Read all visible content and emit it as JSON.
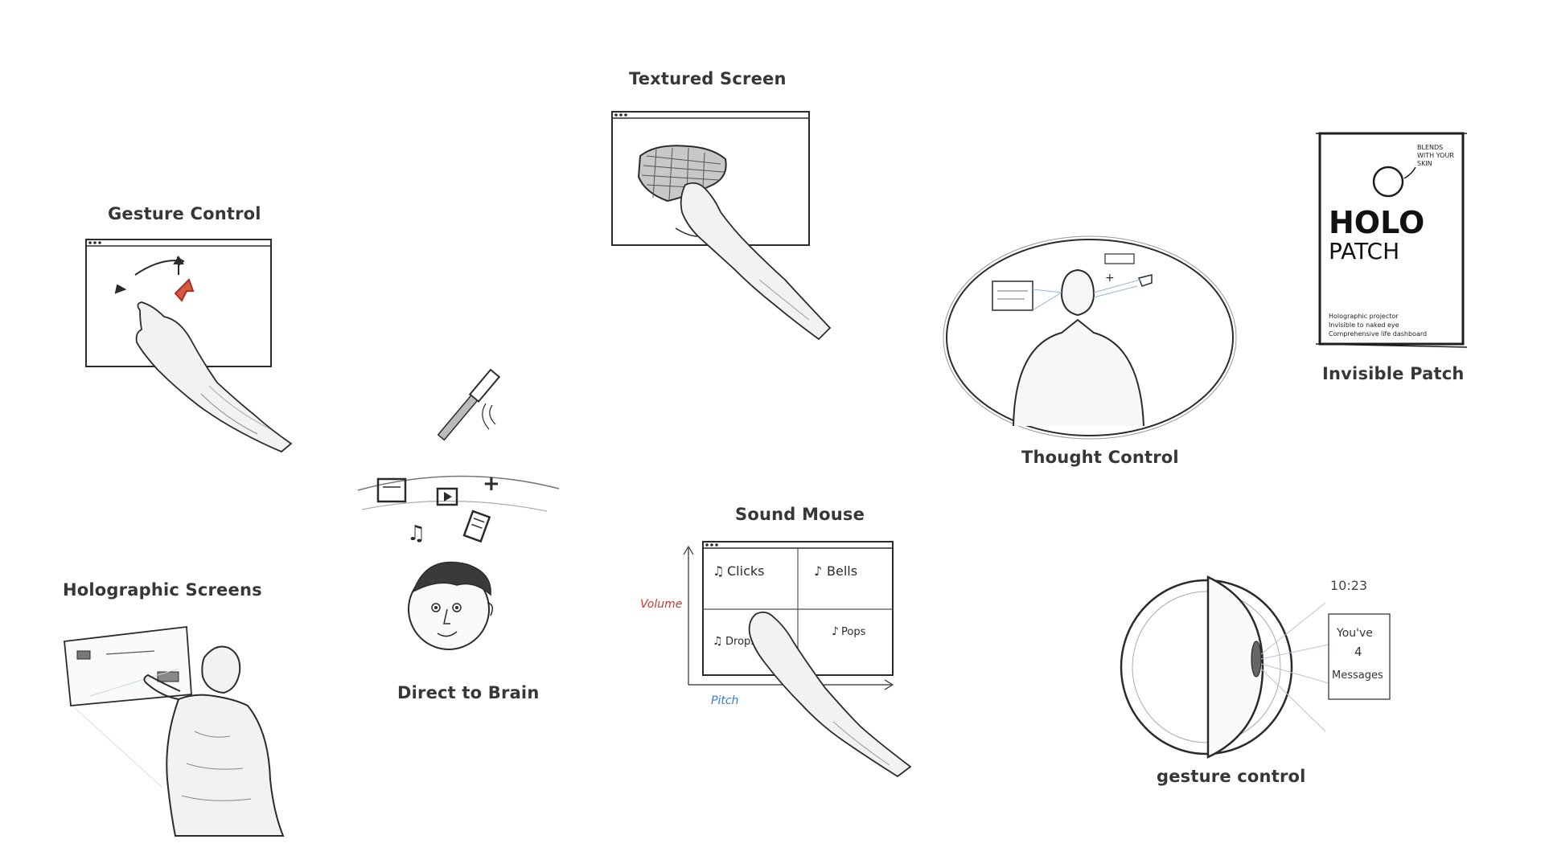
{
  "concepts": {
    "gesture_control": {
      "title": "Gesture Control"
    },
    "textured_screen": {
      "title": "Textured Screen"
    },
    "invisible_patch": {
      "title": "Invisible Patch",
      "brand_line1": "HOLO",
      "brand_line2": "PATCH",
      "callout": [
        "BLENDS",
        "WITH YOUR",
        "SKIN"
      ],
      "notes": [
        "Holographic projector",
        "Invisible to naked eye",
        "Comprehensive life dashboard"
      ]
    },
    "thought_control": {
      "title": "Thought Control"
    },
    "direct_to_brain": {
      "title": "Direct to Brain"
    },
    "sound_mouse": {
      "title": "Sound Mouse",
      "cells": [
        "Clicks",
        "Bells",
        "Drops",
        "Pops"
      ],
      "y_axis": "Volume",
      "x_axis": "Pitch"
    },
    "holographic_screens": {
      "title": "Holographic Screens"
    },
    "gesture_control_watch": {
      "title": "gesture control",
      "time": "10:23",
      "notification": [
        "You've",
        "4",
        "Messages"
      ]
    }
  },
  "colors": {
    "ink": "#2b2b2b",
    "accent_red": "#c0392b",
    "accent_blue": "#3a78c9",
    "label": "#36363b"
  }
}
